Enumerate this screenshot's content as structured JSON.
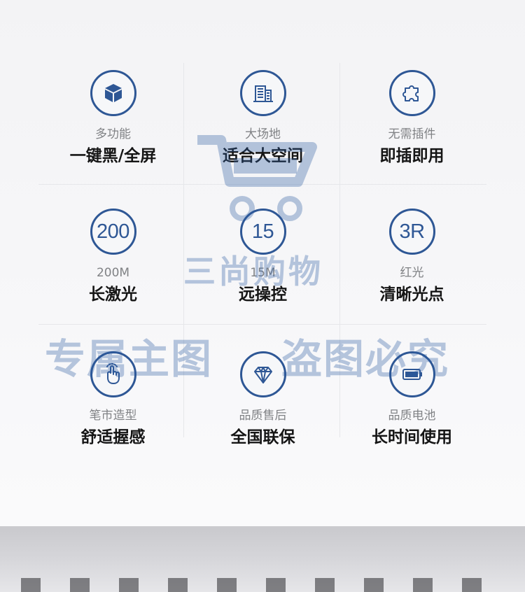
{
  "features": [
    {
      "icon": "cube-icon",
      "sub": "多功能",
      "main": "一键黑/全屏"
    },
    {
      "icon": "building-icon",
      "sub": "大场地",
      "main": "适合大空间"
    },
    {
      "icon": "puzzle-icon",
      "sub": "无需插件",
      "main": "即插即用"
    },
    {
      "icon_text": "200",
      "sub": "200M",
      "main": "长激光"
    },
    {
      "icon_text": "15",
      "sub": "15M",
      "main": "远操控"
    },
    {
      "icon_text": "3R",
      "sub": "红光",
      "main": "清晰光点"
    },
    {
      "icon": "touch-hand-icon",
      "sub": "笔市造型",
      "main": "舒适握感"
    },
    {
      "icon": "diamond-icon",
      "sub": "品质售后",
      "main": "全国联保"
    },
    {
      "icon": "battery-icon",
      "sub": "品质电池",
      "main": "长时间使用"
    }
  ],
  "watermark": {
    "brand": "三尚购物",
    "left": "专属主图",
    "right": "盗图必究"
  },
  "colors": {
    "accent": "#2e5795",
    "sub_text": "#808285",
    "main_text": "#151515"
  }
}
